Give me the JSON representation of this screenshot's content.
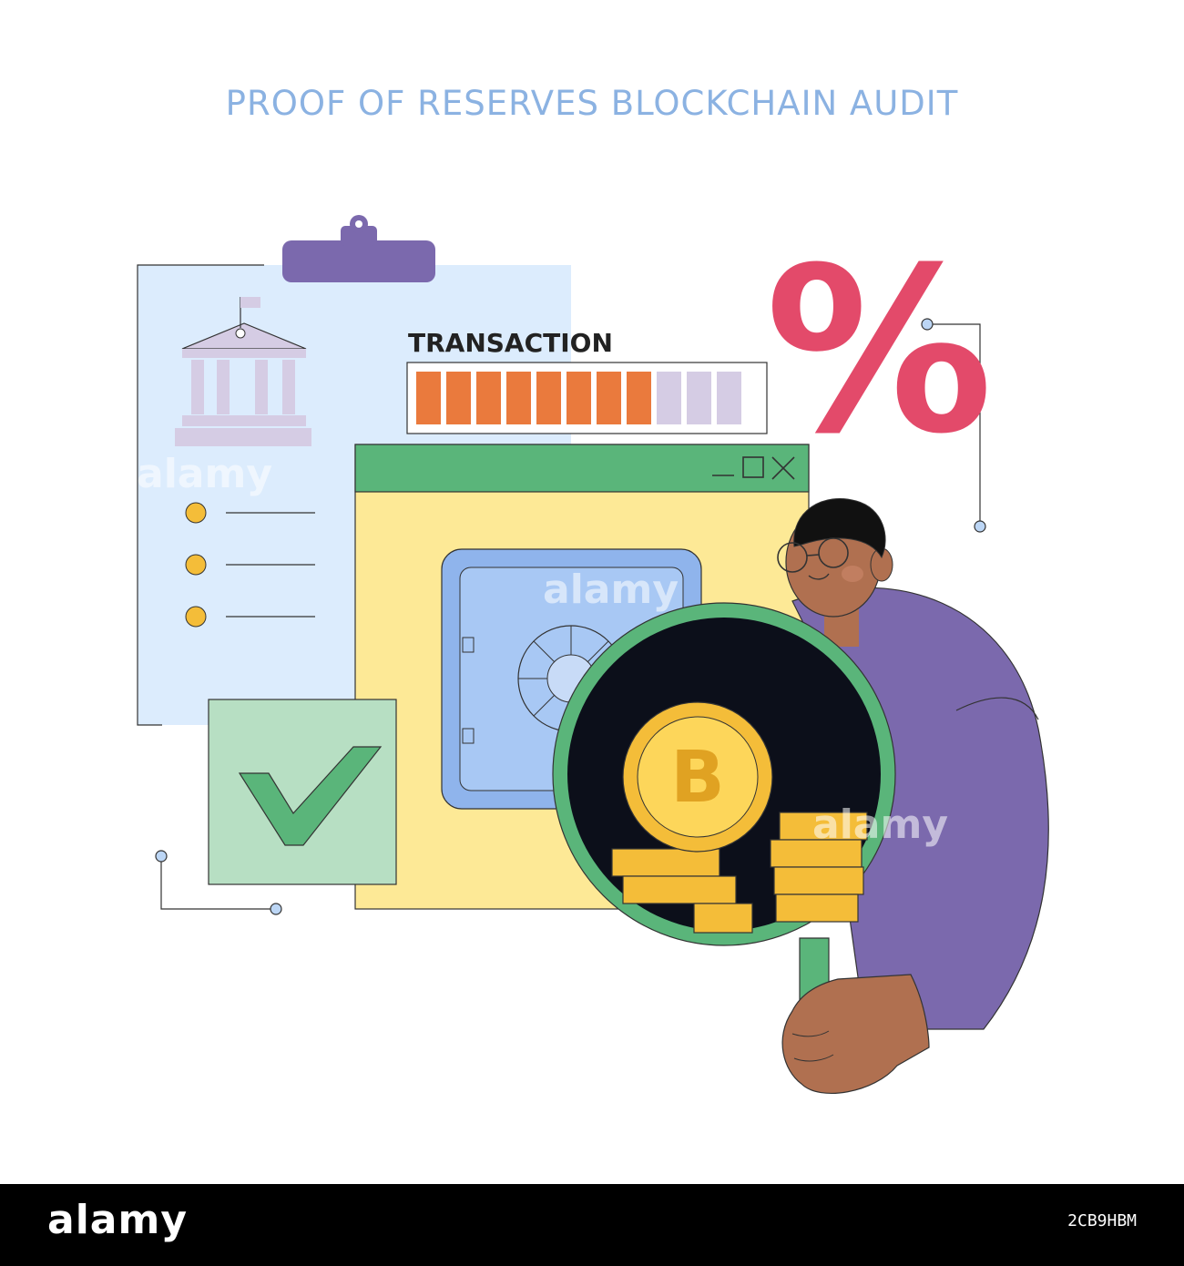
{
  "title": "PROOF OF RESERVES BLOCKCHAIN AUDIT",
  "progress": {
    "label": "TRANSACTION",
    "filled_segments": 8,
    "total_segments": 11,
    "filled_color": "#ea7a3d",
    "empty_color": "#d5cce4"
  },
  "percent_sign": "%",
  "bitcoin_symbol": "B",
  "window_controls": "_ □ ✕",
  "watermark": "alamy",
  "footer": {
    "brand": "alamy",
    "image_id": "2CB9HBM"
  },
  "colors": {
    "title": "#8bb2e2",
    "percent": "#e34a6a",
    "window_header": "#5ab57a",
    "window_body": "#fde996",
    "clipboard": "#dcecfd",
    "clipboard_clip": "#7b69ad",
    "check_box": "#b7dfc3",
    "check": "#5ab57a",
    "safe": "#a8c8f4",
    "coin": "#f4bd39",
    "shirt": "#7b69ad",
    "skin": "#b07050"
  },
  "icons": [
    "bank-icon",
    "checkmark-icon",
    "safe-icon",
    "bitcoin-icon",
    "magnifier-icon",
    "percent-icon"
  ]
}
